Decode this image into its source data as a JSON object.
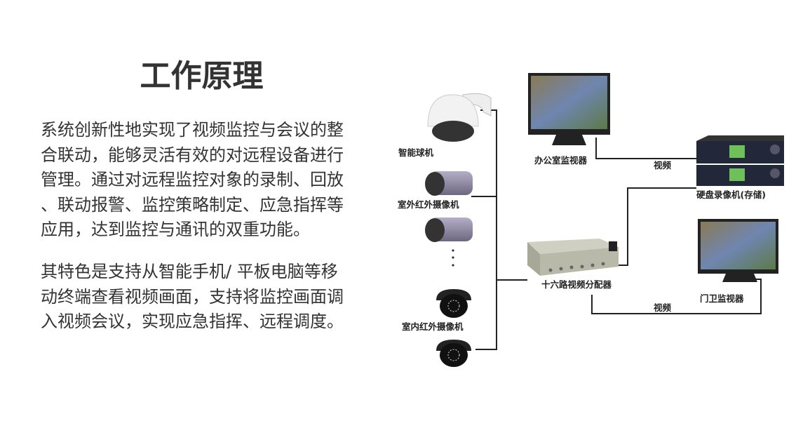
{
  "title": "工作原理",
  "paragraph1": [
    "系统创新性地实现了视频监控与会议的整",
    "合联动，能够灵活有效的对远程设备进行",
    "管理。通过对远程监控对象的录制、回放",
    "、联动报警、监控策略制定、应急指挥等",
    "应用，达到监控与通讯的双重功能。"
  ],
  "paragraph2": [
    "其特色是支持从智能手机/ 平板电脑等移",
    "动终端查看视频画面，支持将监控画面调",
    "入视频会议，实现应急指挥、远程调度。"
  ],
  "diagram": {
    "dome_camera": "智能球机",
    "outdoor_camera": "室外红外摄像机",
    "indoor_camera": "室内红外摄像机",
    "office_monitor": "办公室监视器",
    "dvr": "硬盘录像机(存储)",
    "splitter": "十六路视频分配器",
    "door_monitor": "门卫监视器",
    "video_label_1": "视频",
    "video_label_2": "视频"
  }
}
